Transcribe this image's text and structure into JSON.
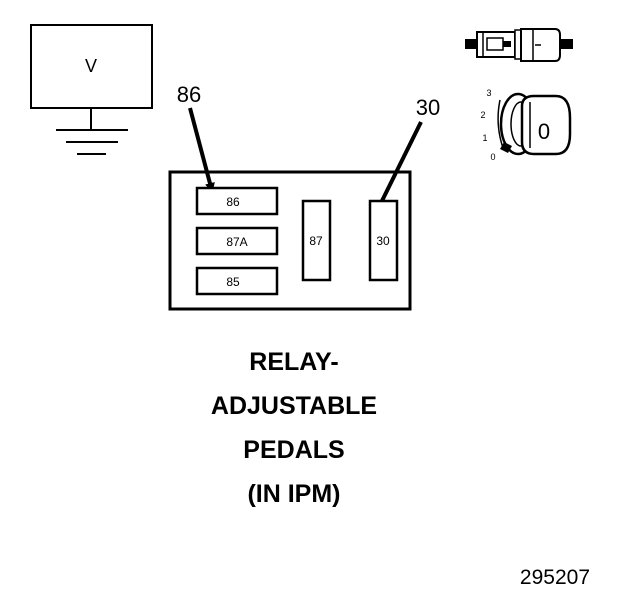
{
  "voltmeter": {
    "label": "V",
    "icon": "voltmeter-icon"
  },
  "ground_icon": "ground-symbol-icon",
  "callouts": {
    "left": "86",
    "right": "30"
  },
  "relay": {
    "terminals": {
      "t86": "86",
      "t87a": "87A",
      "t85": "85",
      "t87": "87",
      "t30": "30"
    }
  },
  "connector_icon": "connector-pins-icon",
  "ignition_switch": {
    "icon": "ignition-key-icon",
    "positions": [
      "3",
      "2",
      "1",
      "0"
    ],
    "key_label": "0"
  },
  "caption": {
    "lines": [
      "RELAY-",
      "ADJUSTABLE",
      "PEDALS",
      "(IN IPM)"
    ]
  },
  "figure_number": "295207"
}
